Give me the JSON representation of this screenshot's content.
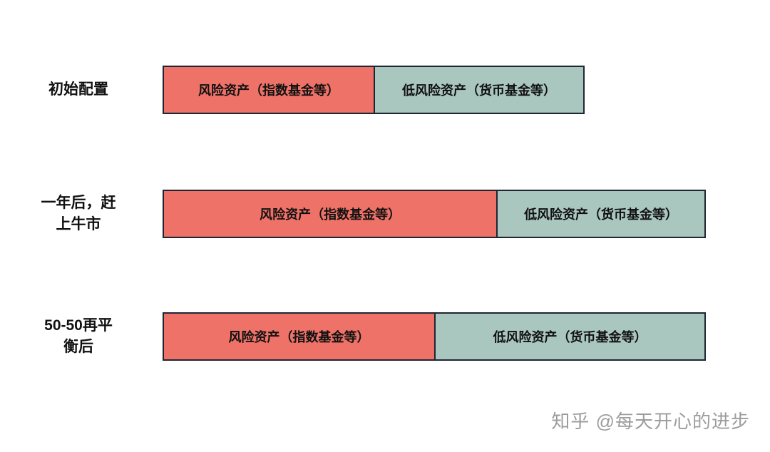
{
  "colors": {
    "risk": "#ee7268",
    "low_risk": "#a9c7bf",
    "border": "#1f2633",
    "watermark": "#9c9c9c"
  },
  "rows": [
    {
      "name": "initial-allocation",
      "label_lines": [
        "初始配置",
        ""
      ],
      "bar_width_pct": 77.7,
      "segments": [
        {
          "name": "risk-asset",
          "label": "风险资产（指数基金等）",
          "width_pct": 50,
          "color": "#ee7268"
        },
        {
          "name": "low-risk-asset",
          "label": "低风险资产（货币基金等）",
          "width_pct": 50,
          "color": "#a9c7bf"
        }
      ]
    },
    {
      "name": "after-one-year-bull-market",
      "label_lines": [
        "一年后，赶",
        "上牛市"
      ],
      "bar_width_pct": 100,
      "segments": [
        {
          "name": "risk-asset",
          "label": "风险资产（指数基金等）",
          "width_pct": 61.5,
          "color": "#ee7268"
        },
        {
          "name": "low-risk-asset",
          "label": "低风险资产（货币基金等）",
          "width_pct": 38.5,
          "color": "#a9c7bf"
        }
      ]
    },
    {
      "name": "after-50-50-rebalance",
      "label_lines": [
        "50-50再平",
        "衡后"
      ],
      "bar_width_pct": 100,
      "segments": [
        {
          "name": "risk-asset",
          "label": "风险资产（指数基金等）",
          "width_pct": 50,
          "color": "#ee7268"
        },
        {
          "name": "low-risk-asset",
          "label": "低风险资产（货币基金等）",
          "width_pct": 50,
          "color": "#a9c7bf"
        }
      ]
    }
  ],
  "watermark": {
    "text": "知乎 @每天开心的进步"
  }
}
